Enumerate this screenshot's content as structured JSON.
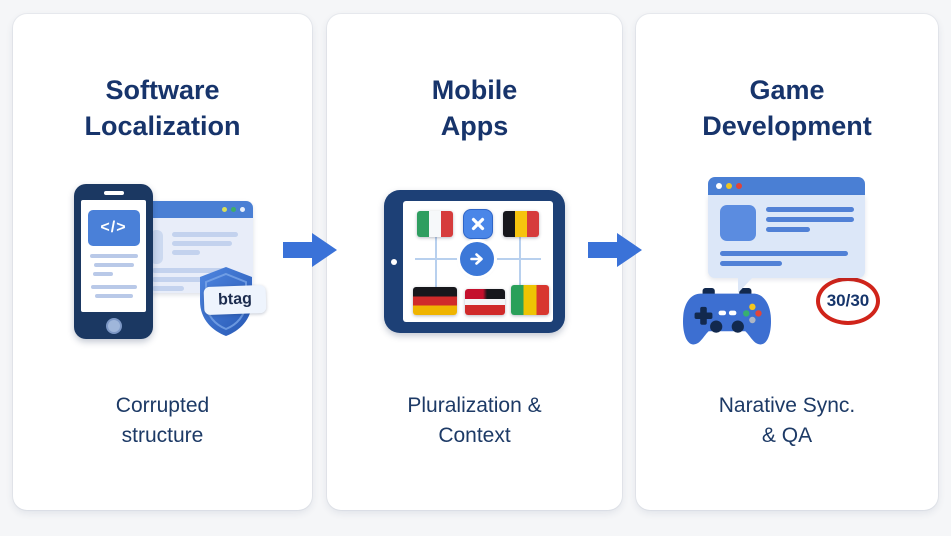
{
  "page": {
    "background": "#f5f6f8",
    "card_background": "#ffffff",
    "title_color": "#17346b",
    "caption_color": "#1d3a66",
    "arrow_color": "#3a72d8",
    "accent_blue": "#4a7fd4",
    "score_ring_color": "#d0241a"
  },
  "arrows": [
    {
      "name": "flow-arrow-1"
    },
    {
      "name": "flow-arrow-2"
    }
  ],
  "cards": [
    {
      "title_line1": "Software",
      "title_line2": "Localization",
      "caption_line1": "Corrupted",
      "caption_line2": "structure",
      "phone_code_glyph": "</>",
      "shield_label": "btag",
      "icons": [
        "smartphone-icon",
        "code-icon",
        "browser-window-icon",
        "shield-icon"
      ]
    },
    {
      "title_line1": "Mobile",
      "title_line2": "Apps",
      "caption_line1": "Pluralization &",
      "caption_line2": "Context",
      "icons": [
        "tablet-icon",
        "flag-italy-icon",
        "close-icon",
        "flag-belgium-icon",
        "arrow-circle-icon",
        "flag-germany-icon",
        "flag-red-black-red-icon",
        "flag-mali-icon"
      ]
    },
    {
      "title_line1": "Game",
      "title_line2": "Development",
      "caption_line1": "Narative Sync.",
      "caption_line2": "& QA",
      "score_badge": "30/30",
      "icons": [
        "chat-window-icon",
        "gamepad-icon",
        "score-circle-icon"
      ]
    }
  ]
}
